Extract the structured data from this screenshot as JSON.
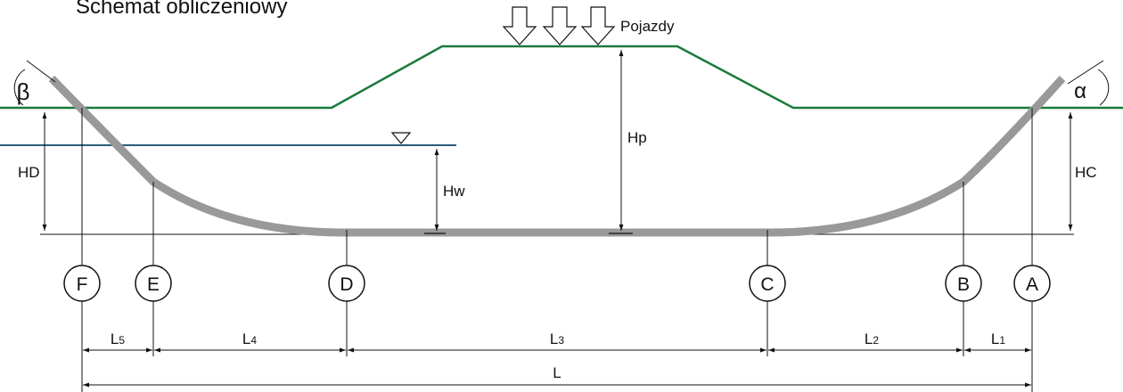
{
  "title": "Schemat obliczeniowy",
  "load_label": "Pojazdy",
  "angles": {
    "left": "β",
    "right": "α"
  },
  "heights": {
    "hd": "HD",
    "hw": "Hw",
    "hp": "Hp",
    "hc": "HC"
  },
  "points": [
    "F",
    "E",
    "D",
    "C",
    "B",
    "A"
  ],
  "spans": {
    "l5": {
      "main": "L",
      "sub": "5"
    },
    "l4": {
      "main": "L",
      "sub": "4"
    },
    "l3": {
      "main": "L",
      "sub": "3"
    },
    "l2": {
      "main": "L",
      "sub": "2"
    },
    "l1": {
      "main": "L",
      "sub": "1"
    },
    "total": "L"
  },
  "colors": {
    "embankment": "#1a7a3a",
    "water": "#2b5c7a",
    "pipe": "#999999",
    "line": "#111111"
  }
}
